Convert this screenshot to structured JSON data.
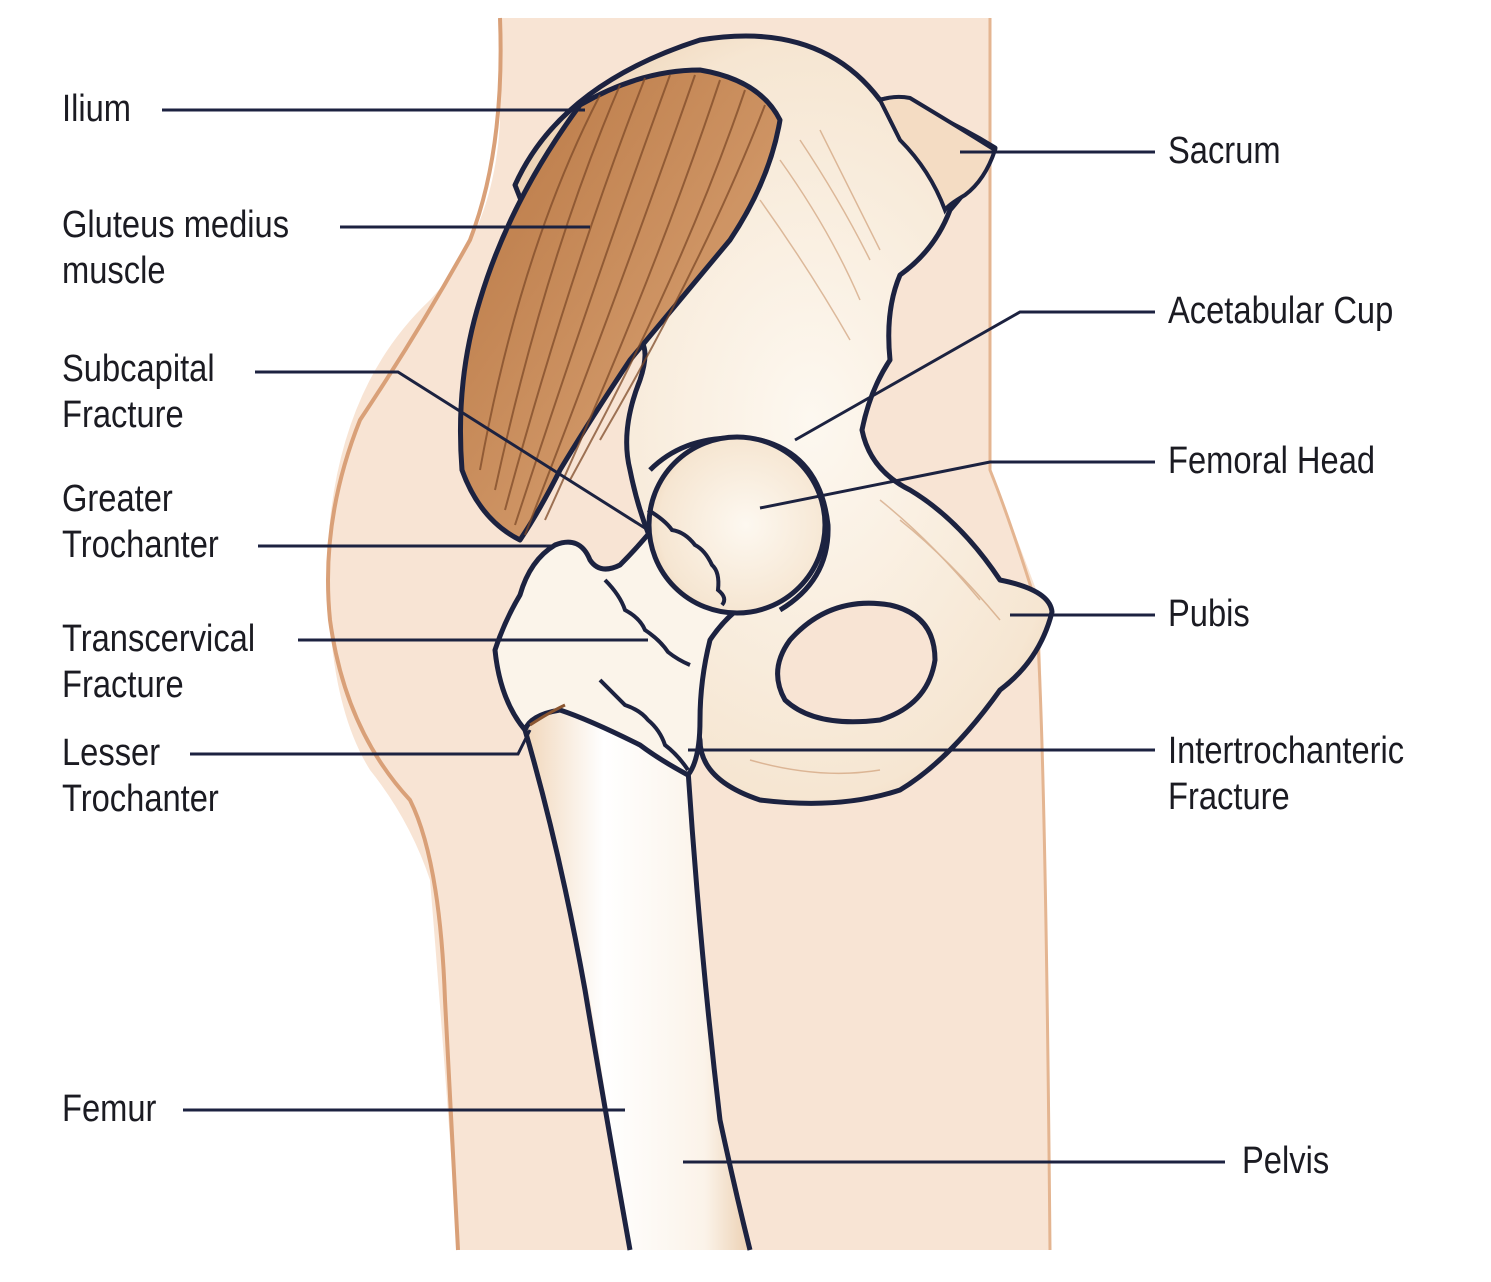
{
  "colors": {
    "skin": "#f8e4d4",
    "skin_outline": "#d9a078",
    "bone": "#fbf4ea",
    "bone_shade": "#e8c7a3",
    "muscle": "#c68a57",
    "muscle_line": "#8a5530",
    "outline": "#1c2240",
    "leader": "#1c2240"
  },
  "labels": {
    "ilium": "Ilium",
    "gluteus_1": "Gluteus medius",
    "gluteus_2": "muscle",
    "subcapital_1": "Subcapital",
    "subcapital_2": "Fracture",
    "greater_1": "Greater",
    "greater_2": "Trochanter",
    "transcervical_1": "Transcervical",
    "transcervical_2": "Fracture",
    "lesser_1": "Lesser",
    "lesser_2": "Trochanter",
    "femur": "Femur",
    "sacrum": "Sacrum",
    "acetabular": "Acetabular Cup",
    "femoral_head": "Femoral Head",
    "pubis": "Pubis",
    "intertrochanteric_1": "Intertrochanteric",
    "intertrochanteric_2": "Fracture",
    "pelvis": "Pelvis"
  }
}
